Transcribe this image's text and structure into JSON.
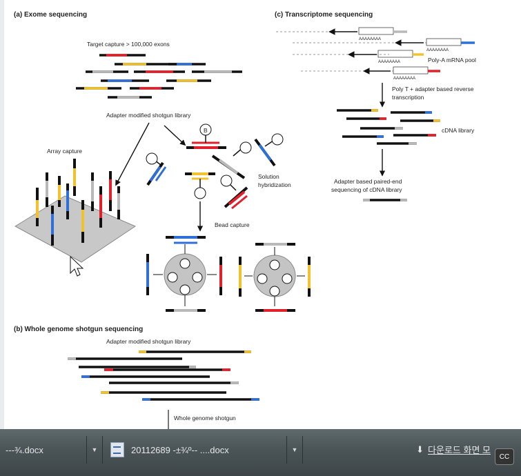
{
  "figure": {
    "panel_a": {
      "title": "(a) Exome sequencing",
      "target_capture": "Target capture > 100,000 exons",
      "adapter_library": "Adapter modified shotgun library",
      "array_capture": "Array capture",
      "solution_hybridization": "Solution hybridization",
      "bead_capture": "Bead capture",
      "bead_label": "B"
    },
    "panel_b": {
      "title": "(b) Whole genome shotgun sequencing",
      "adapter_library": "Adapter modified shotgun library",
      "wgs_label": "Whole genome shotgun"
    },
    "panel_c": {
      "title": "(c) Transcriptome sequencing",
      "polya_label": "Poly-A mRNA pool",
      "polya_tail": "AAAAAAAA",
      "poly_t_line1": "Poly T + adapter based reverse",
      "poly_t_line2": "transcription",
      "cdna_library": "cDNA library",
      "paired_end_line1": "Adapter based paired-end",
      "paired_end_line2": "sequencing of cDNA library"
    },
    "colors": {
      "red": "#e0202a",
      "blue": "#2f6fd8",
      "yellow": "#f2c12e",
      "gray": "#b9b9b9",
      "black": "#111111"
    }
  },
  "download_bar": {
    "item1_name": "---¾.docx",
    "item2_name": "20112689 -±¾º-- ....docx",
    "show_all": "다운로드 화면 모",
    "menu_arrow": "▼",
    "download_icon": "download-arrow",
    "file_icon": "word-document",
    "cc_label": "CC"
  }
}
